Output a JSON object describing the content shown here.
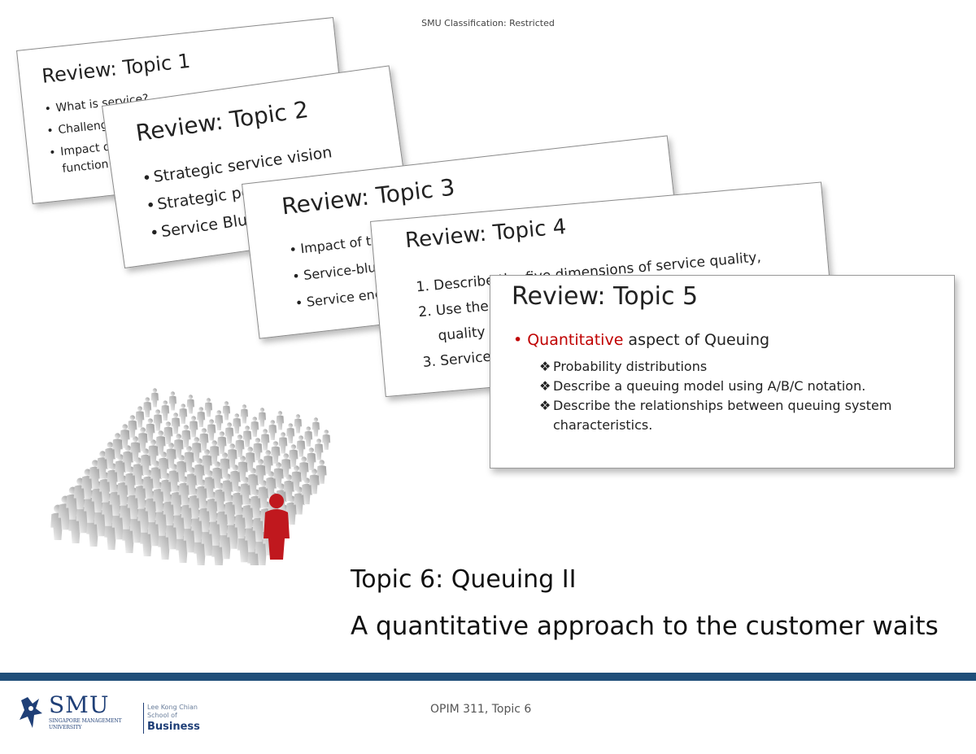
{
  "classification": "SMU Classification: Restricted",
  "cards": {
    "topic1": {
      "title": "Review: Topic 1",
      "items": [
        "What is service?",
        "Challenges",
        "Impact of",
        "function"
      ]
    },
    "topic2": {
      "title": "Review: Topic 2",
      "items": [
        "Strategic service vision",
        "Strategic positioning",
        "Service Blueprint"
      ]
    },
    "topic3": {
      "title": "Review: Topic 3",
      "items": [
        "Impact of technology",
        "Service-blueprint",
        "Service encounter"
      ]
    },
    "topic4": {
      "title": "Review: Topic 4",
      "items": [
        "Describe the five dimensions of service quality,",
        "Use the gap model to explain service",
        "quality",
        "Service recovery"
      ]
    },
    "topic5": {
      "title": "Review: Topic 5",
      "bullet_highlight": "Quantitative",
      "bullet_rest": " aspect of Queuing",
      "subitems": [
        "Probability distributions",
        "Describe a queuing model using A/B/C notation.",
        "Describe the relationships between queuing system characteristics."
      ]
    }
  },
  "topic_title": "Topic 6: Queuing II",
  "topic_subtitle": "A quantitative approach to the customer waits",
  "footer": {
    "course": "OPIM 311, Topic 6",
    "logo_name": "SMU",
    "logo_university": "SINGAPORE MANAGEMENT UNIVERSITY",
    "school_line1": "Lee Kong Chian",
    "school_line2": "School of",
    "school_line3": "Business"
  },
  "colors": {
    "accent_red": "#c00000",
    "footer_bar": "#1f4e79",
    "logo_blue": "#1f3f77"
  },
  "illustration": "crowd-with-red-figure"
}
